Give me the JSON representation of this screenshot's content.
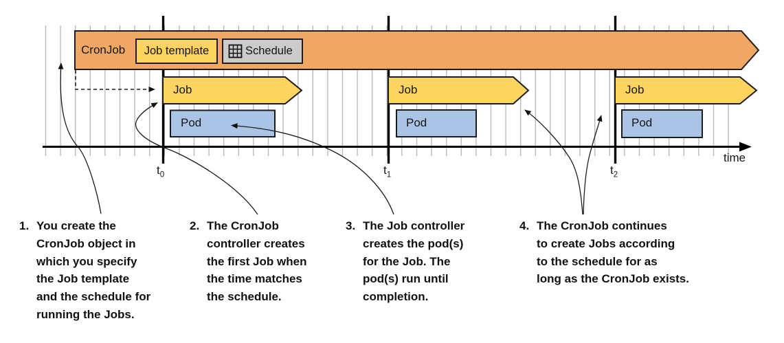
{
  "colors": {
    "cronjob_fill": "#f0a763",
    "job_fill": "#fcd45f",
    "pod_fill": "#a9c4e4",
    "schedule_fill": "#cbcbcb",
    "grid_line": "#bababa"
  },
  "cronjob": {
    "label": "CronJob",
    "job_template_label": "Job template",
    "schedule_label": "Schedule"
  },
  "jobs": [
    {
      "label": "Job"
    },
    {
      "label": "Job"
    },
    {
      "label": "Job"
    }
  ],
  "pods": [
    {
      "label": "Pod"
    },
    {
      "label": "Pod"
    },
    {
      "label": "Pod"
    }
  ],
  "axis": {
    "label": "time",
    "ticks": [
      {
        "base": "t",
        "sub": "0"
      },
      {
        "base": "t",
        "sub": "1"
      },
      {
        "base": "t",
        "sub": "2"
      }
    ]
  },
  "annotations": [
    {
      "number": "1.",
      "lines": [
        "You create the",
        "CronJob object in",
        "which you specify",
        "the Job template",
        "and the schedule for",
        "running the Jobs."
      ]
    },
    {
      "number": "2.",
      "lines": [
        "The CronJob",
        "controller creates",
        "the first Job when",
        "the time matches",
        "the schedule."
      ]
    },
    {
      "number": "3.",
      "lines": [
        "The Job controller",
        "creates the pod(s)",
        "for the Job. The",
        "pod(s) run until",
        "completion."
      ]
    },
    {
      "number": "4.",
      "lines": [
        "The CronJob continues",
        "to create Jobs according",
        "to the schedule for as",
        "long as the CronJob exists."
      ]
    }
  ]
}
